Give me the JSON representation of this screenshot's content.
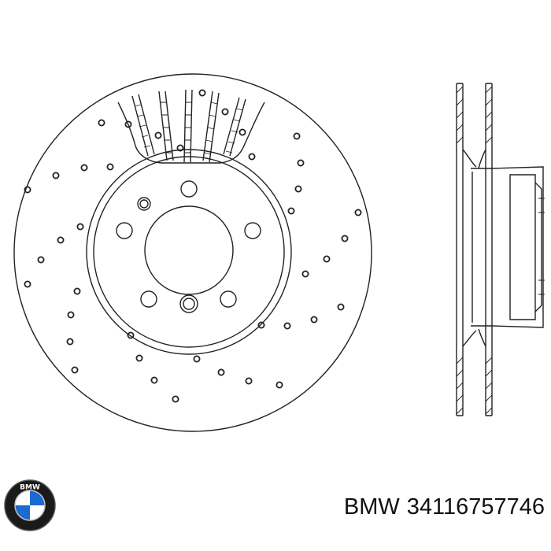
{
  "caption": {
    "brand": "BMW",
    "part_number": "34116757746"
  },
  "logo": {
    "icon": "bmw-roundel-icon",
    "lettering": "BMW",
    "colors": {
      "blue": "#1c69d4",
      "ring": "#1a1a1a",
      "white": "#ffffff"
    }
  },
  "drawing": {
    "line_color": "#222222",
    "front_view": "drilled-brake-disc-front-view",
    "side_view": "vented-brake-disc-section-view"
  }
}
